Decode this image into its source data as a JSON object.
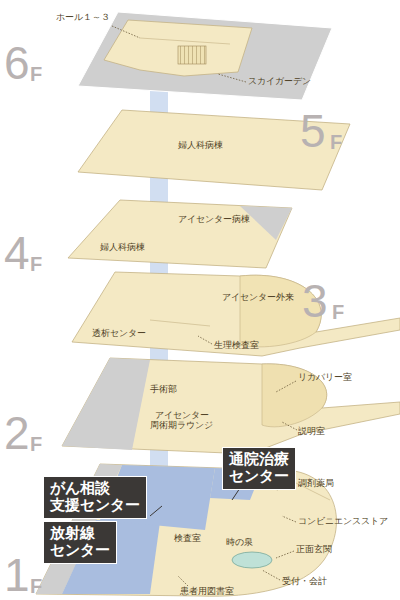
{
  "diagram": {
    "nodes": [
      {
        "text": [
          "がん相談 支援センター"
        ]
      },
      {
        "text": [
          "通院治療 センター"
        ]
      },
      {
        "text": [
          "放射線 センター"
        ]
      }
    ],
    "labels": [
      "6",
      "F",
      "5",
      "F",
      "4",
      "F",
      "3",
      "F",
      "2",
      "F",
      "1",
      "F",
      "ホール１～３",
      "スカイガーデン",
      "婦人科病棟",
      "アイセンター病棟",
      "婦人科病棟",
      "アイセンター外来",
      "透析センター",
      "生理検査室",
      "手術部",
      "リカバリー室",
      "アイセンター 周術期ラウンジ",
      "説明室",
      "調剤薬局",
      "コンビニエンスストア",
      "検査室",
      "時の泉",
      "正面玄関",
      "受付・会計",
      "患者用図書室"
    ]
  }
}
